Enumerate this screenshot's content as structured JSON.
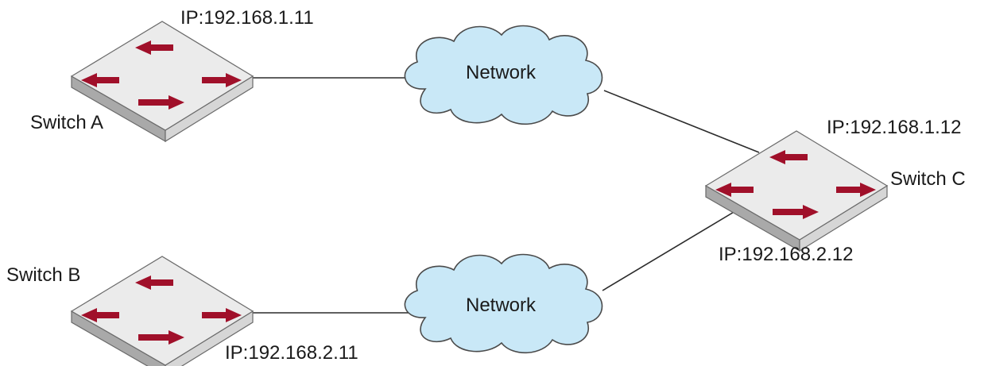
{
  "switches": {
    "a": {
      "name": "Switch A",
      "ip": "IP:192.168.1.11"
    },
    "b": {
      "name": "Switch B",
      "ip": "IP:192.168.2.11"
    },
    "c": {
      "name": "Switch C",
      "ip_top": "IP:192.168.1.12",
      "ip_bottom": "IP:192.168.2.12"
    }
  },
  "clouds": {
    "top": {
      "label": "Network"
    },
    "bottom": {
      "label": "Network"
    }
  },
  "colors": {
    "arrow": "#a0102a",
    "cloud_fill": "#c9e8f7",
    "switch_top": "#ebebeb",
    "switch_side_dark": "#a9a9a9",
    "switch_side_light": "#d6d6d6"
  },
  "icons": {
    "switch": "network-switch-icon",
    "cloud": "network-cloud-icon"
  }
}
